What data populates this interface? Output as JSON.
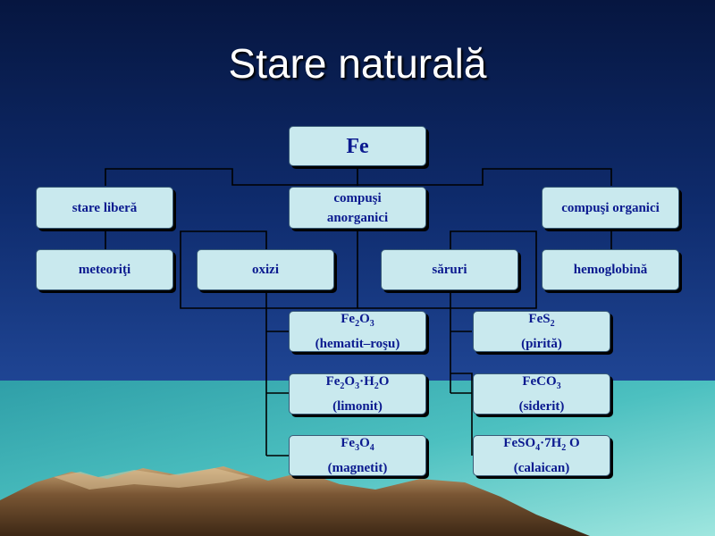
{
  "slide": {
    "title": "Stare naturală"
  },
  "diagram": {
    "root": "Fe",
    "stare_libera": "stare liberă",
    "compusi_anorganici": [
      "compuşi",
      "anorganici"
    ],
    "compusi_organici": "compuşi organici",
    "meteoriti": "meteoriţi",
    "oxizi": "oxizi",
    "saruri": "săruri",
    "hemoglobina": "hemoglobină",
    "fe2o3": {
      "formula": [
        "Fe",
        "2",
        "O",
        "3"
      ],
      "name": "(hematit–roşu)"
    },
    "limonit": {
      "formula": [
        "Fe",
        "2",
        "O",
        "3",
        "·H",
        "2",
        "O"
      ],
      "name": "(limonit)"
    },
    "magnetit": {
      "formula": [
        "Fe",
        "3",
        "O",
        "4"
      ],
      "name": "(magnetit)"
    },
    "fes2": {
      "formula": [
        "FeS",
        "2"
      ],
      "name": "(pirită)"
    },
    "feco3": {
      "formula": [
        "FeCO",
        "3"
      ],
      "name": "(siderit)"
    },
    "calaican": {
      "formula": [
        "FeSO",
        "4",
        "·7H",
        "2",
        " O"
      ],
      "name": "(calaican)"
    }
  },
  "colors": {
    "sky_top": "#081b4e",
    "sky_bottom": "#1b3e88",
    "sea": "#3fb3b5",
    "node_fill": "#c9e9ee",
    "node_text": "#0b1a8f",
    "connector": "#000000",
    "mountain": "#6b4a2f"
  }
}
